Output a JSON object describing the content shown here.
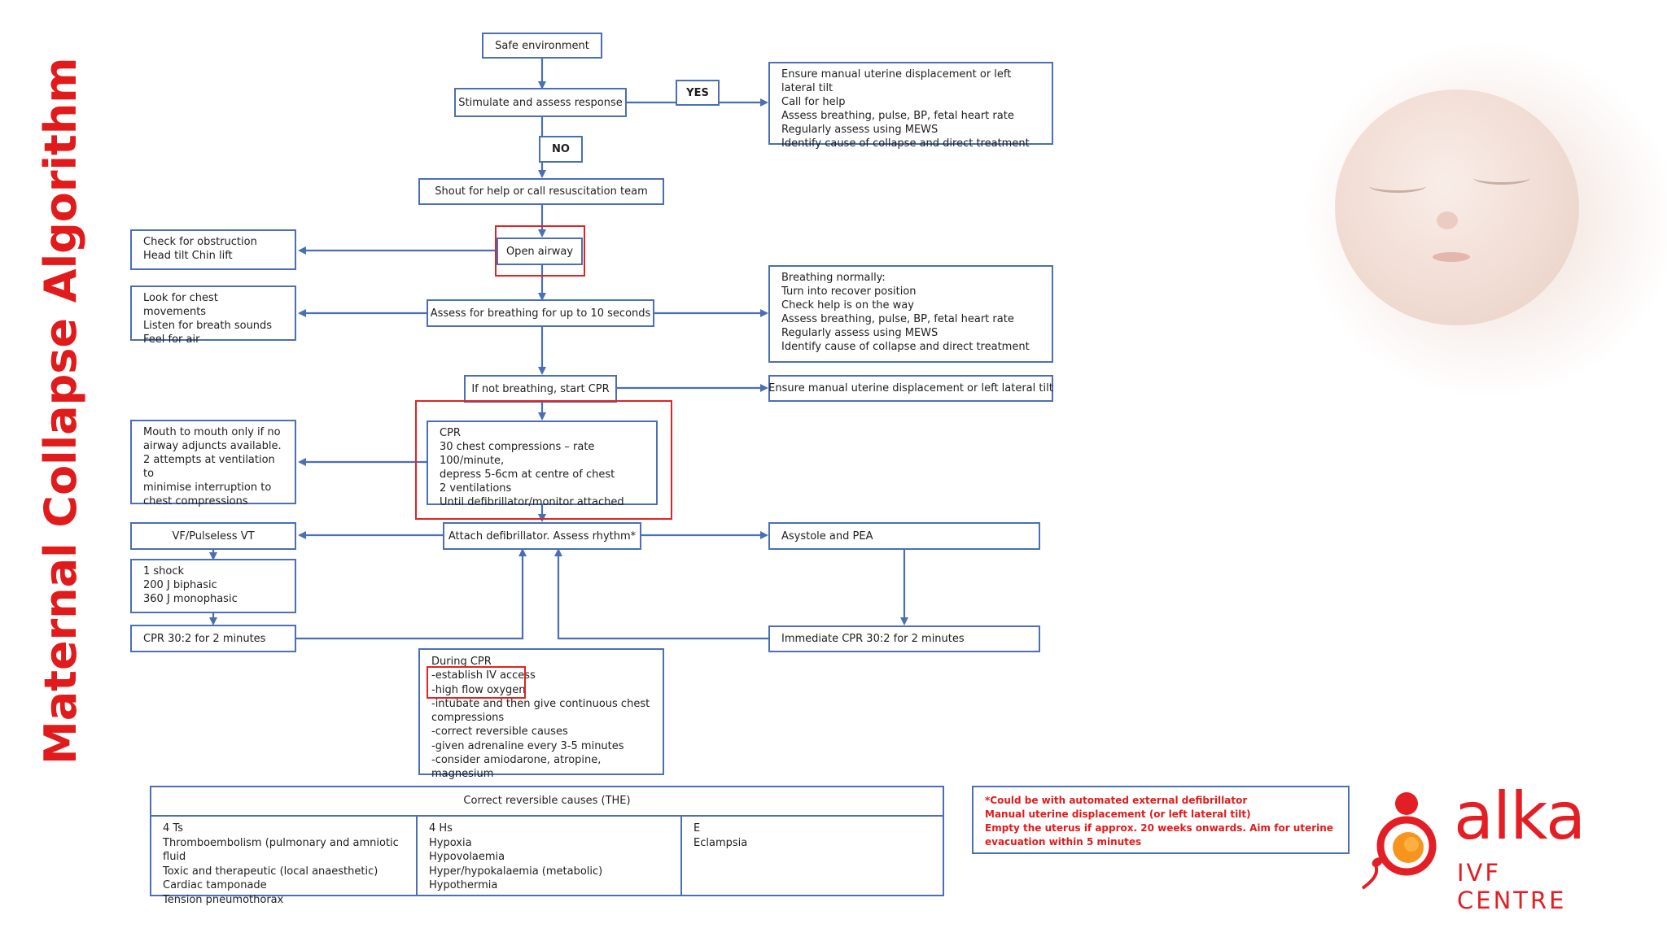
{
  "side_title": "Maternal Collapse Algorithm",
  "boxes": {
    "safe_environment": "Safe environment",
    "stimulate": "Stimulate and assess response",
    "yes": "YES",
    "no": "NO",
    "response_actions": "Ensure manual uterine displacement or left lateral tilt\nCall for help\nAssess breathing, pulse, BP, fetal heart rate\nRegularly assess using MEWS\nIdentify cause of collapse and direct treatment",
    "shout_help": "Shout for help or call resuscitation team",
    "open_airway": "Open airway",
    "obstruction": "Check for obstruction\nHead tilt Chin lift",
    "assess_breathing": "Assess for breathing for up to 10 seconds",
    "look_listen_feel": "Look for chest movements\nListen for breath sounds\nFeel for air",
    "breathing_normally": "Breathing normally:\nTurn into recover position\nCheck help is on the way\nAssess breathing, pulse, BP, fetal heart rate\nRegularly assess using MEWS\nIdentify cause of collapse and direct treatment",
    "start_cpr": "If not breathing, start CPR",
    "uterine_displacement": "Ensure manual uterine displacement or left lateral tilt",
    "mouth_to_mouth": "Mouth to mouth only if no\nairway adjuncts available.\n2 attempts at ventilation to\nminimise interruption to\nchest compressions",
    "cpr": "CPR\n30 chest compressions – rate 100/minute,\ndepress 5-6cm at centre of chest\n2 ventilations\nUntil defibrillator/monitor attached",
    "vf_vt": "VF/Pulseless VT",
    "attach_defib": "Attach defibrillator. Assess rhythm*",
    "asystole": "Asystole and PEA",
    "shock": "1 shock\n200 J biphasic\n360 J monophasic",
    "cpr_2min_left": "CPR 30:2 for 2 minutes",
    "immediate_cpr": "Immediate CPR 30:2 for 2 minutes",
    "during_cpr": "During CPR\n-establish IV access\n-high flow oxygen\n-intubate and then give continuous chest\ncompressions\n-correct reversible causes\n-given adrenaline every 3-5 minutes\n-consider amiodarone, atropine, magnesium"
  },
  "causes_table": {
    "header": "Correct reversible causes (THE)",
    "col_t": "4 Ts\nThromboembolism (pulmonary and amniotic fluid\nToxic and therapeutic (local anaesthetic)\nCardiac tamponade\nTension pneumothorax",
    "col_h": "4 Hs\nHypoxia\nHypovolaemia\nHyper/hypokalaemia (metabolic)\nHypothermia",
    "col_e": "E\nEclampsia"
  },
  "note": "*Could be with automated external defibrillator\nManual uterine displacement (or left lateral tilt)\nEmpty the uterus if approx. 20 weeks onwards. Aim for uterine\nevacuation within 5 minutes",
  "logo": {
    "word": "alka",
    "sub": "IVF CENTRE"
  },
  "colors": {
    "accent_red": "#e11b1b",
    "box_border": "#4a6fb5",
    "logo_red": "#e31e24",
    "logo_orange": "#f7941d"
  }
}
